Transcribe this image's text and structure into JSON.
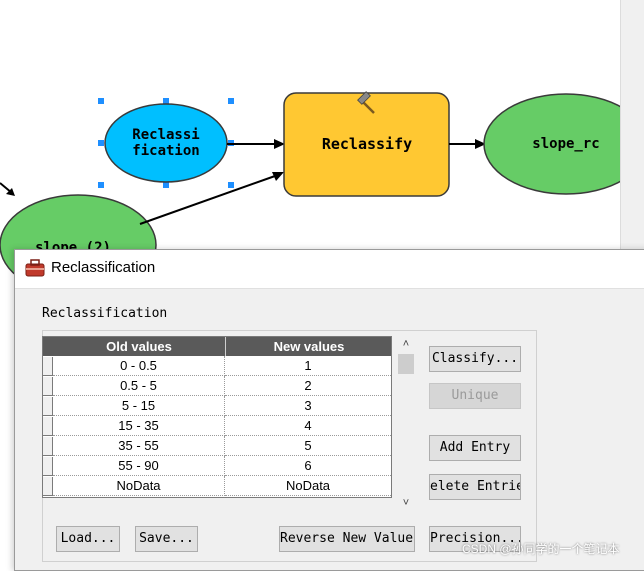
{
  "model": {
    "nodes": {
      "reclassify_variable": "Reclassi fication",
      "reclassify_tool": "Reclassify",
      "output": "slope_rc",
      "input": "slope (2)"
    }
  },
  "dialog": {
    "title": "Reclassification",
    "group_label": "Reclassification",
    "table": {
      "columns": [
        "Old values",
        "New values"
      ],
      "rows": [
        {
          "old": "0 - 0.5",
          "new": "1"
        },
        {
          "old": "0.5 - 5",
          "new": "2"
        },
        {
          "old": "5 - 15",
          "new": "3"
        },
        {
          "old": "15 - 35",
          "new": "4"
        },
        {
          "old": "35 - 55",
          "new": "5"
        },
        {
          "old": "55 - 90",
          "new": "6"
        },
        {
          "old": "NoData",
          "new": "NoData"
        }
      ]
    },
    "buttons": {
      "classify": "Classify...",
      "unique": "Unique",
      "add_entry": "Add Entry",
      "delete_entries": "elete Entrie",
      "load": "Load...",
      "save": "Save...",
      "reverse": "Reverse New Values",
      "precision": "Precision..."
    }
  },
  "watermark": "CSDN @孙同学的一个笔记本",
  "colors": {
    "variable_node": "#00bfff",
    "tool_node": "#ffc832",
    "data_node": "#66cc66",
    "table_header": "#5a5a5a"
  }
}
